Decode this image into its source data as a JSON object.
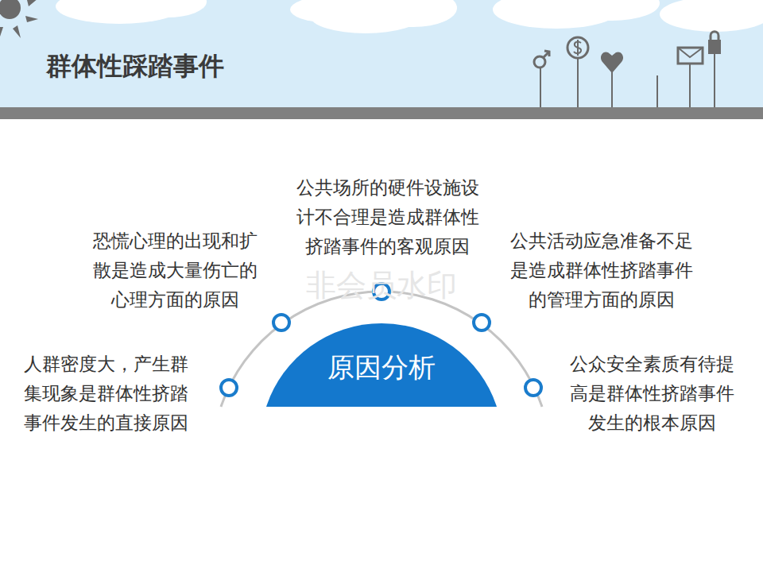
{
  "diagram": {
    "title": "群体性踩踏事件",
    "nodes": [
      {
        "text": [
          "原因分析"
        ]
      }
    ],
    "labels": [
      "人群密度大，产生群 集现象是群体性挤踏 事件发生的直接原因",
      "恐慌心理的出现和扩 散是造成大量伤亡的 心理方面的原因",
      "公共场所的硬件设施设 计不合理是造成群体性 挤踏事件的客观原因",
      "公共活动应急准备不足 是造成群体性挤踏事件 的管理方面的原因",
      "公众安全素质有待提 高是群体性挤踏事件 发生的根本原因",
      "非会员水印"
    ]
  }
}
